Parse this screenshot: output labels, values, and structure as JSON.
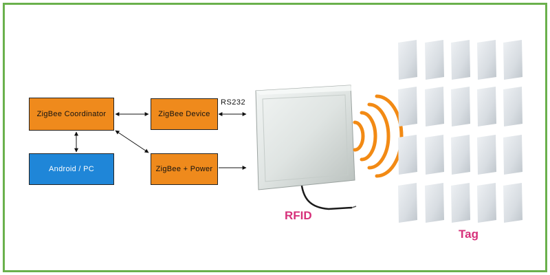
{
  "blocks": {
    "coordinator": "ZigBee Coordinator",
    "device": "ZigBee Device",
    "android_pc": "Android  /  PC",
    "power": "ZigBee + Power"
  },
  "link_label": "RS232",
  "reader_label": "RFID",
  "tags_label": "Tag",
  "colors": {
    "frame_border": "#6ab04c",
    "block_orange": "#ef8a1c",
    "block_blue": "#1f86d8",
    "label_pink": "#d6307a",
    "wave_orange": "#f28a14"
  }
}
